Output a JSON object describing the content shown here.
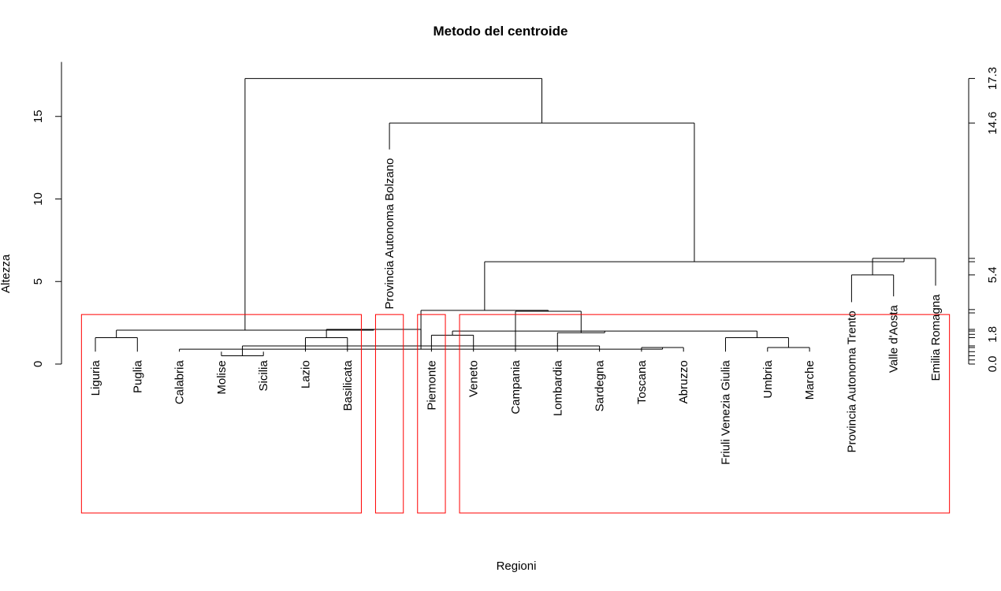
{
  "chart_data": {
    "type": "dendrogram",
    "title": "Metodo del centroide",
    "xlabel": "Regioni",
    "ylabel": "Altezza",
    "ylim": [
      0,
      18
    ],
    "y_ticks": [
      0,
      5,
      10,
      15
    ],
    "right_axis_ticks": [
      "0.0",
      "1.8",
      "5.4",
      "14.6",
      "17.3"
    ],
    "right_axis_marks": [
      0,
      0.25,
      0.5,
      0.75,
      1.0,
      1.1,
      1.6,
      1.8,
      2.0,
      2.1,
      3.1,
      3.3,
      5.4,
      6.2,
      6.4,
      14.6,
      17.3
    ],
    "leaves": [
      "Liguria",
      "Puglia",
      "Calabria",
      "Molise",
      "Sicilia",
      "Lazio",
      "Basilicata",
      "Provincia Autonoma Bolzano",
      "Piemonte",
      "Veneto",
      "Campania",
      "Lombardia",
      "Sardegna",
      "Toscana",
      "Abruzzo",
      "Friuli Venezia Giulia",
      "Umbria",
      "Marche",
      "Provincia Autonoma Trento",
      "Valle d'Aosta",
      "Emilia Romagna"
    ],
    "leaf_heights": [
      0.75,
      0.75,
      0.75,
      0.75,
      0.75,
      0.75,
      0.75,
      13.0,
      0.75,
      0.75,
      0.75,
      0.75,
      0.75,
      0.75,
      0.75,
      0.75,
      0.75,
      0.75,
      3.75,
      4.1,
      4.75
    ],
    "merges": [
      {
        "a": "Sicilia",
        "b": "Molise",
        "height": 0.5
      },
      {
        "a": "Toscana",
        "b": "Abruzzo",
        "height": 1.0
      },
      {
        "a": "Umbria",
        "b": "Marche",
        "height": 1.0
      },
      {
        "a": "m2",
        "b": "Calabria",
        "height": 0.9
      },
      {
        "a": "Liguria",
        "b": "Puglia",
        "height": 1.6
      },
      {
        "a": "Lazio",
        "b": "Basilicata",
        "height": 1.6
      },
      {
        "a": "Piemonte",
        "b": "Veneto",
        "height": 1.75
      },
      {
        "a": "Sardegna",
        "b": "m1",
        "height": 1.1
      },
      {
        "a": "Friuli Venezia Giulia",
        "b": "m3",
        "height": 1.6
      },
      {
        "a": "m7",
        "b": "m9",
        "height": 2.0
      },
      {
        "a": "Lombardia",
        "b": "m10",
        "height": 1.9
      },
      {
        "a": "m4",
        "b": "m6",
        "height": 2.1
      },
      {
        "a": "m5",
        "b": "m12",
        "height": 2.05
      },
      {
        "a": "Campania",
        "b": "m11",
        "height": 3.2
      },
      {
        "a": "m8",
        "b": "m14",
        "height": 3.25
      },
      {
        "a": "Provincia Autonoma Trento",
        "b": "Valle d'Aosta",
        "height": 5.4
      },
      {
        "a": "m16",
        "b": "Emilia Romagna",
        "height": 6.4
      },
      {
        "a": "m15",
        "b": "m17",
        "height": 6.2
      },
      {
        "a": "Provincia Autonoma Bolzano",
        "b": "m18",
        "height": 14.6
      },
      {
        "a": "m13",
        "b": "m19",
        "height": 17.3
      }
    ],
    "clusters": [
      {
        "from": "Liguria",
        "to": "Basilicata"
      },
      {
        "from": "Provincia Autonoma Bolzano",
        "to": "Provincia Autonoma Bolzano"
      },
      {
        "from": "Piemonte",
        "to": "Piemonte"
      },
      {
        "from": "Veneto",
        "to": "Emilia Romagna"
      }
    ],
    "cluster_cut_height": 3.0,
    "cluster_color": "#ff0000",
    "line_color": "#000000"
  }
}
